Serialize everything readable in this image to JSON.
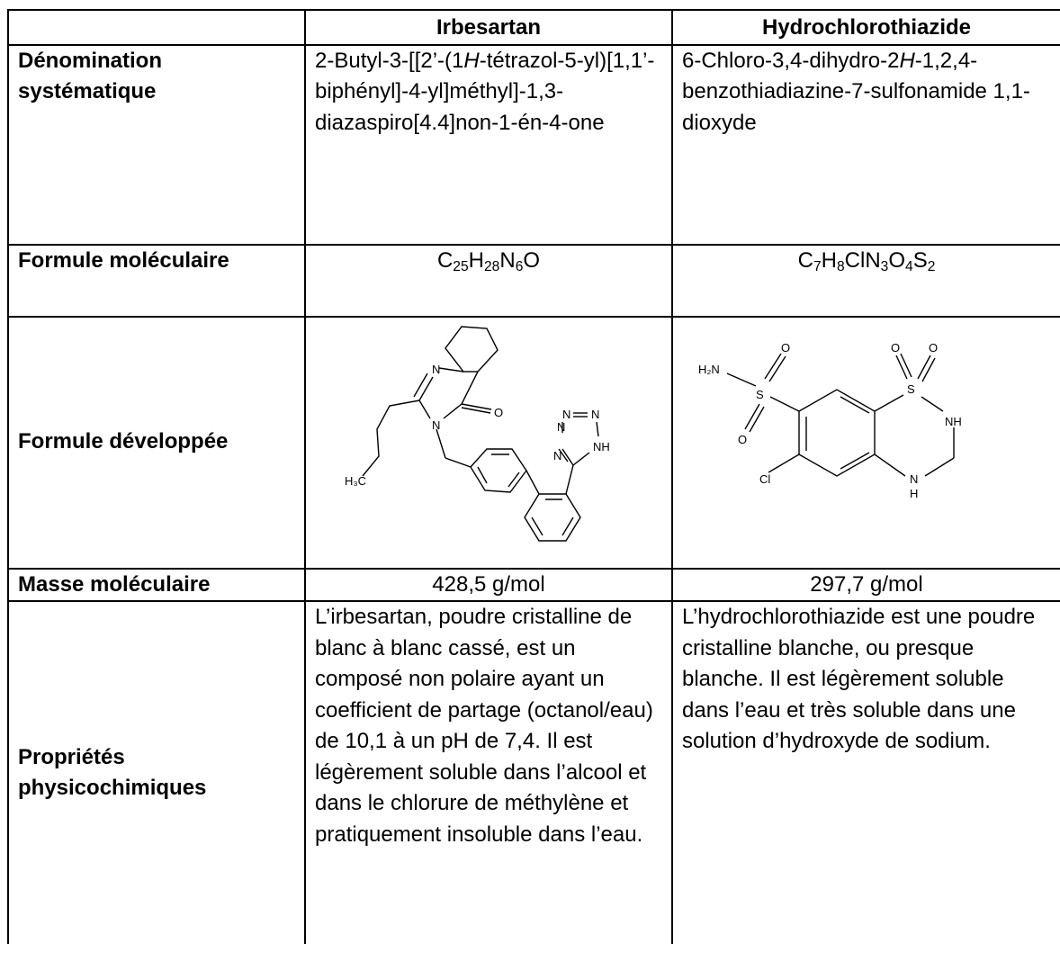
{
  "headers": {
    "col0": "",
    "col1": "Irbesartan",
    "col2": "Hydrochlorothiazide"
  },
  "rows": {
    "systematic": {
      "label_line1": "Dénomination",
      "label_line2": "systématique",
      "irbesartan": [
        "2-Butyl-3-[[2’-(1",
        "H",
        "-tétrazol-5-yl)[1,1’-biphényl]-4-yl]méthyl]-1,3-diazaspiro[4.4]non-1-én-4-one"
      ],
      "hydro": [
        "6-Chloro-3,4-dihydro-2",
        "H",
        "-1,2,4-benzothiadiazine-7-sulfonamide 1,1-dioxyde"
      ]
    },
    "formula": {
      "label": "Formule moléculaire",
      "irbesartan": {
        "p1": "C",
        "s1": "25",
        "p2": "H",
        "s2": "28",
        "p3": "N",
        "s3": "6",
        "p4": "O"
      },
      "hydro": {
        "p1": "C",
        "s1": "7",
        "p2": "H",
        "s2": "8",
        "p3": "ClN",
        "s3": "3",
        "p4": "O",
        "s4": "4",
        "p5": "S",
        "s5": "2"
      }
    },
    "structure": {
      "label": "Formule développée",
      "irbesartan_atoms": {
        "n1": "N",
        "n2": "N",
        "o": "O",
        "h3c": "H₃C",
        "tn1": "N",
        "tn2": "N",
        "tn3": "N",
        "tn4": "N",
        "nh": "NH"
      },
      "hydro_atoms": {
        "h2n": "H₂N",
        "s1": "S",
        "s2": "S",
        "o1": "O",
        "o2": "O",
        "o3": "O",
        "o4": "O",
        "nh": "NH",
        "n": "N",
        "h": "H",
        "cl": "Cl"
      }
    },
    "mass": {
      "label": "Masse moléculaire",
      "irbesartan": "428,5 g/mol",
      "hydro": "297,7 g/mol"
    },
    "properties": {
      "label_line1": "Propriétés",
      "label_line2": "physicochimiques",
      "irbesartan": "L’irbesartan, poudre cristalline de blanc à blanc cassé, est un composé non polaire ayant un coefficient de partage (octanol/eau) de 10,1 à un pH de 7,4. Il est légèrement soluble dans l’alcool et dans le chlorure de méthylène et pratiquement insoluble dans l’eau.",
      "hydro": "L’hydrochlorothiazide est une poudre cristalline blanche, ou presque blanche. Il est légèrement soluble dans l’eau et très soluble dans une solution d’hydroxyde de sodium."
    }
  }
}
